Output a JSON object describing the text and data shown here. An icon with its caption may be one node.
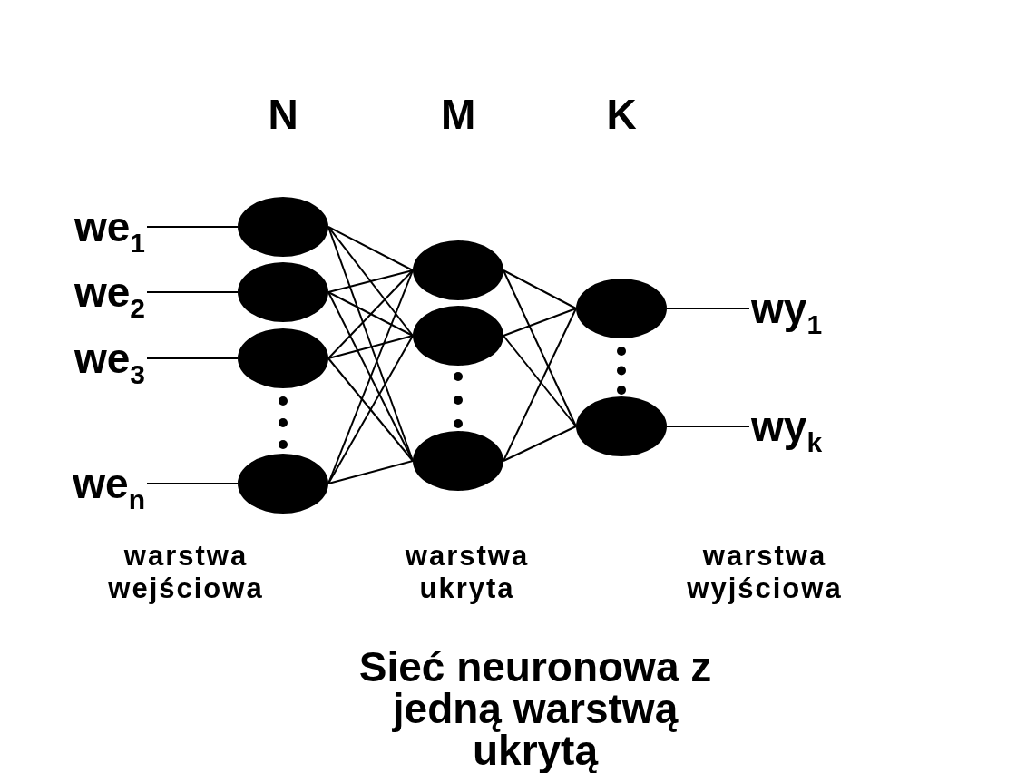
{
  "diagram": {
    "caption": "Sieć neuronowa z jedną warstwą ukrytą",
    "nodes": [
      {
        "text": [
          "we$_{1}$"
        ]
      },
      {
        "text": [
          "we$_{2}$"
        ]
      },
      {
        "text": [
          "we$_{3}$"
        ]
      },
      {
        "text": [
          "we$_{n}$"
        ]
      },
      {
        "text": [],
        "shape": "circle"
      },
      {
        "text": [],
        "shape": "circle"
      },
      {
        "text": [],
        "shape": "circle"
      },
      {
        "text": [],
        "shape": "circle"
      },
      {
        "text": [],
        "shape": "circle"
      },
      {
        "text": [],
        "shape": "circle"
      },
      {
        "text": [],
        "shape": "circle"
      },
      {
        "text": [],
        "shape": "circle"
      },
      {
        "text": [],
        "shape": "circle"
      },
      {
        "text": [
          "wy$_{1}$"
        ]
      },
      {
        "text": [
          "wy$_{k}$"
        ]
      }
    ],
    "edges": [
      {
        "from": 0,
        "to": 4,
        "arrow": "none"
      },
      {
        "from": 1,
        "to": 5,
        "arrow": "none"
      },
      {
        "from": 2,
        "to": 6,
        "arrow": "none"
      },
      {
        "from": 3,
        "to": 7,
        "arrow": "none"
      },
      {
        "from": 4,
        "to": 8,
        "arrow": "none"
      },
      {
        "from": 4,
        "to": 9,
        "arrow": "none"
      },
      {
        "from": 4,
        "to": 10,
        "arrow": "none"
      },
      {
        "from": 5,
        "to": 8,
        "arrow": "none"
      },
      {
        "from": 5,
        "to": 9,
        "arrow": "none"
      },
      {
        "from": 5,
        "to": 10,
        "arrow": "none"
      },
      {
        "from": 6,
        "to": 8,
        "arrow": "none"
      },
      {
        "from": 6,
        "to": 9,
        "arrow": "none"
      },
      {
        "from": 6,
        "to": 10,
        "arrow": "none"
      },
      {
        "from": 7,
        "to": 8,
        "arrow": "none"
      },
      {
        "from": 7,
        "to": 9,
        "arrow": "none"
      },
      {
        "from": 7,
        "to": 10,
        "arrow": "none"
      },
      {
        "from": 8,
        "to": 11,
        "arrow": "none"
      },
      {
        "from": 8,
        "to": 12,
        "arrow": "none"
      },
      {
        "from": 9,
        "to": 11,
        "arrow": "none"
      },
      {
        "from": 9,
        "to": 12,
        "arrow": "none"
      },
      {
        "from": 10,
        "to": 11,
        "arrow": "none"
      },
      {
        "from": 10,
        "to": 12,
        "arrow": "none"
      },
      {
        "from": 11,
        "to": 13,
        "arrow": "none"
      },
      {
        "from": 12,
        "to": 14,
        "arrow": "none"
      }
    ],
    "labels": [
      "N",
      "M",
      "K",
      "warstwa wejściowa",
      "warstwa ukryta",
      "warstwa wyjściowa"
    ]
  }
}
